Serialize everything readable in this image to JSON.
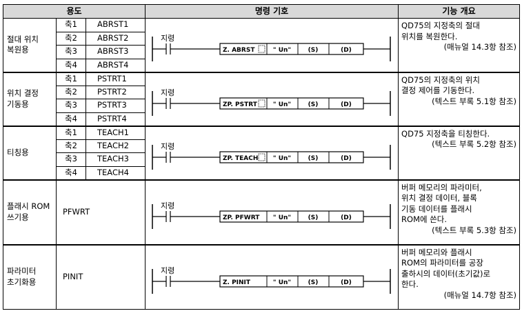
{
  "headers": {
    "use": "용도",
    "symbol": "명령 기호",
    "summary": "기능 개요"
  },
  "groups": [
    {
      "use_line1": "절대 위치",
      "use_line2": "복원용",
      "rows": [
        {
          "axis": "축1",
          "cmd": "ABRST1"
        },
        {
          "axis": "축2",
          "cmd": "ABRST2"
        },
        {
          "axis": "축3",
          "cmd": "ABRST3"
        },
        {
          "axis": "축4",
          "cmd": "ABRST4"
        }
      ],
      "ladder": {
        "contact": "지령",
        "instr": "Z. ABRST",
        "un": "\" Un\"",
        "s": "(S)",
        "d": "(D)"
      },
      "desc_line1": "QD75의 지정축의 절대",
      "desc_line2": "위치를 복원한다.",
      "desc_note": "(매뉴얼 14.3항 참조)"
    },
    {
      "use_line1": "위치 결정",
      "use_line2": "기동용",
      "rows": [
        {
          "axis": "축1",
          "cmd": "PSTRT1"
        },
        {
          "axis": "축2",
          "cmd": "PSTRT2"
        },
        {
          "axis": "축3",
          "cmd": "PSTRT3"
        },
        {
          "axis": "축4",
          "cmd": "PSTRT4"
        }
      ],
      "ladder": {
        "contact": "지령",
        "instr": "ZP. PSTRT",
        "un": "\" Un\"",
        "s": "(S)",
        "d": "(D)"
      },
      "desc_line1": "QD75의 지정축의 위치",
      "desc_line2": "결정 제어를 기동한다.",
      "desc_note": "(텍스트 부록 5.1항 참조)"
    },
    {
      "use_line1": "티칭용",
      "use_line2": "",
      "rows": [
        {
          "axis": "축1",
          "cmd": "TEACH1"
        },
        {
          "axis": "축2",
          "cmd": "TEACH2"
        },
        {
          "axis": "축3",
          "cmd": "TEACH3"
        },
        {
          "axis": "축4",
          "cmd": "TEACH4"
        }
      ],
      "ladder": {
        "contact": "지령",
        "instr": "ZP. TEACH",
        "un": "\" Un\"",
        "s": "(S)",
        "d": "(D)"
      },
      "desc_line1": "QD75 지정축을 티칭한다.",
      "desc_line2": "",
      "desc_note": "(텍스트 부록 5.2항 참조)"
    }
  ],
  "single_rows": [
    {
      "use_line1": "플래시 ROM",
      "use_line2": "쓰기용",
      "cmd": "PFWRT",
      "ladder": {
        "contact": "지령",
        "instr": "ZP. PFWRT",
        "un": "\" Un\"",
        "s": "(S)",
        "d": "(D)"
      },
      "desc_lines": [
        "버퍼 메모리의 파라미터,",
        "위치 결정 데이터, 블록",
        "기동 데이터를 플래시",
        "ROM에 쓴다."
      ],
      "desc_note": "(텍스트 부록 5.3항 참조)"
    },
    {
      "use_line1": "파라미터",
      "use_line2": "초기화용",
      "cmd": "PINIT",
      "ladder": {
        "contact": "지령",
        "instr": "Z. PINIT",
        "un": "\" Un\"",
        "s": "(S)",
        "d": "(D)"
      },
      "desc_lines": [
        "버퍼 메모리와 플래시",
        "ROM의 파라미터를 공장",
        "출하시의 데이터(초기값)로",
        "한다."
      ],
      "desc_note": "(매뉴얼 14.7항 참조)"
    }
  ]
}
